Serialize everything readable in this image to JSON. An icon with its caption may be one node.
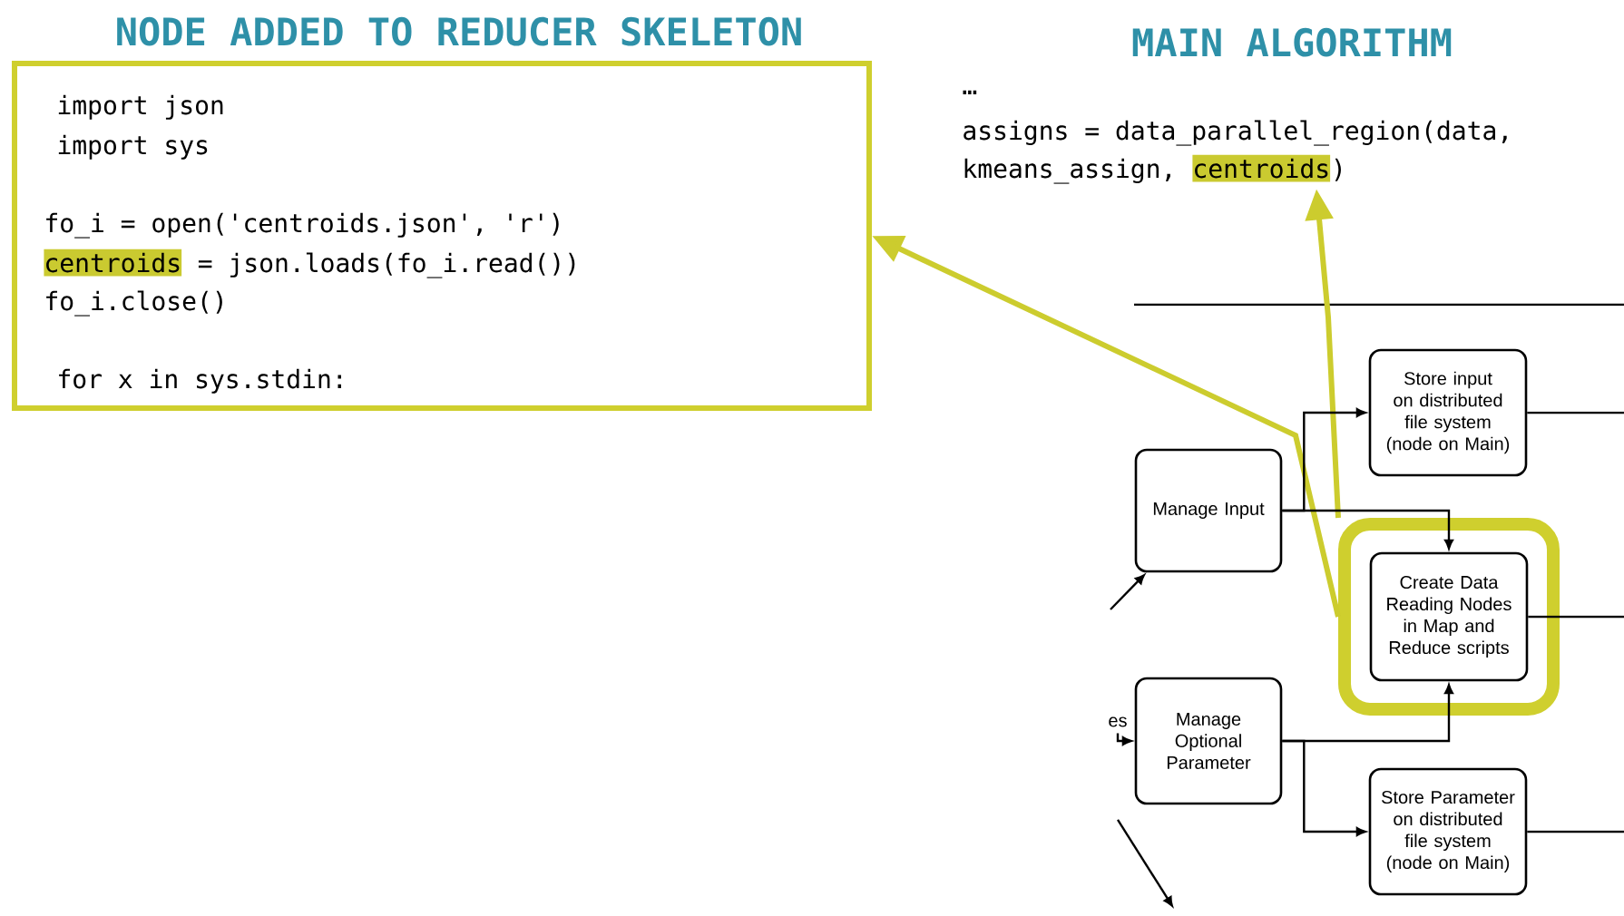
{
  "diagram": {
    "nodes": [
      {
        "text": [
          "NODE ADDED TO REDUCER SKELETON",
          "import json",
          "import sys",
          "fo_i = open('centroids.json', 'r')",
          "centroids",
          "= json.loads(fo_i.read())",
          "fo_i.close()",
          "for x in sys.stdin:"
        ]
      },
      {
        "text": [
          "MAIN ALGORITHM",
          "…",
          "assigns = data_parallel_region(data,",
          "kmeans_assign,",
          "centroids",
          ")"
        ]
      },
      {
        "text": [
          "Manage Input"
        ]
      },
      {
        "text": [
          "Store input on distributed file system (node on Main)"
        ]
      },
      {
        "text": [],
        "shape": "box"
      },
      {
        "text": [
          "Create Data Reading Nodes in Map and Reduce scripts"
        ],
        "in": 4
      },
      {
        "text": [
          "Manage Optional Parameter"
        ]
      },
      {
        "text": [
          "Store Parameter on distributed file system (node on Main)"
        ]
      },
      {
        "text": [
          "es"
        ]
      }
    ],
    "edges": [
      {
        "from": 4,
        "to": 0,
        "arrow": "to",
        "style": "thick",
        "color": "#cccc2e"
      },
      {
        "from": 4,
        "to": 1,
        "arrow": "to",
        "style": "thick",
        "color": "#cccc2e"
      },
      {
        "from": 2,
        "to": 3,
        "arrow": "to"
      },
      {
        "from": 2,
        "to": 5,
        "arrow": "to"
      },
      {
        "from": 6,
        "to": 5,
        "arrow": "to"
      },
      {
        "from": 6,
        "to": 7,
        "arrow": "to"
      },
      {
        "from": null,
        "to": 2,
        "arrow": "to"
      },
      {
        "from": 8,
        "to": 6,
        "arrow": "to"
      },
      {
        "from": 3,
        "to": null,
        "arrow": "none"
      },
      {
        "from": 5,
        "to": null,
        "arrow": "none"
      },
      {
        "from": 7,
        "to": null,
        "arrow": "none"
      }
    ]
  }
}
